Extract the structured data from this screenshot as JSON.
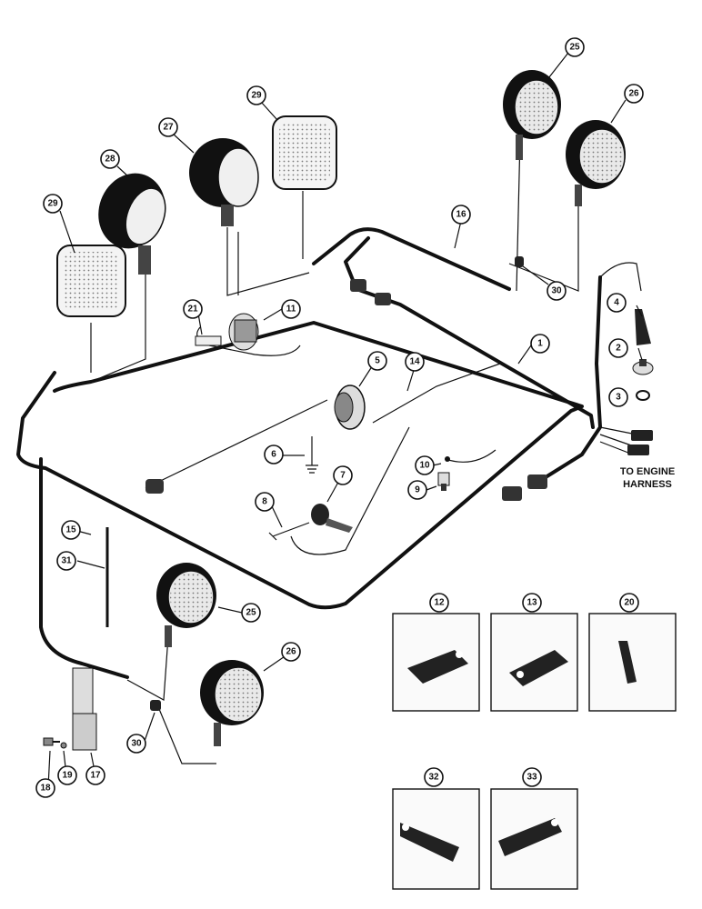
{
  "labels": {
    "to_engine_line1": "TO ENGINE",
    "to_engine_line2": "HARNESS"
  },
  "callouts": {
    "c1": "1",
    "c2": "2",
    "c3": "3",
    "c4": "4",
    "c5": "5",
    "c6": "6",
    "c7": "7",
    "c8": "8",
    "c9": "9",
    "c10": "10",
    "c11": "11",
    "c12": "12",
    "c13": "13",
    "c14": "14",
    "c15": "15",
    "c16": "16",
    "c17": "17",
    "c18": "18",
    "c19": "19",
    "c20": "20",
    "c21": "21",
    "c25a": "25",
    "c25b": "25",
    "c26a": "26",
    "c26b": "26",
    "c27": "27",
    "c28": "28",
    "c29a": "29",
    "c29b": "29",
    "c30a": "30",
    "c30b": "30",
    "c31": "31",
    "c32": "32",
    "c33": "33"
  }
}
